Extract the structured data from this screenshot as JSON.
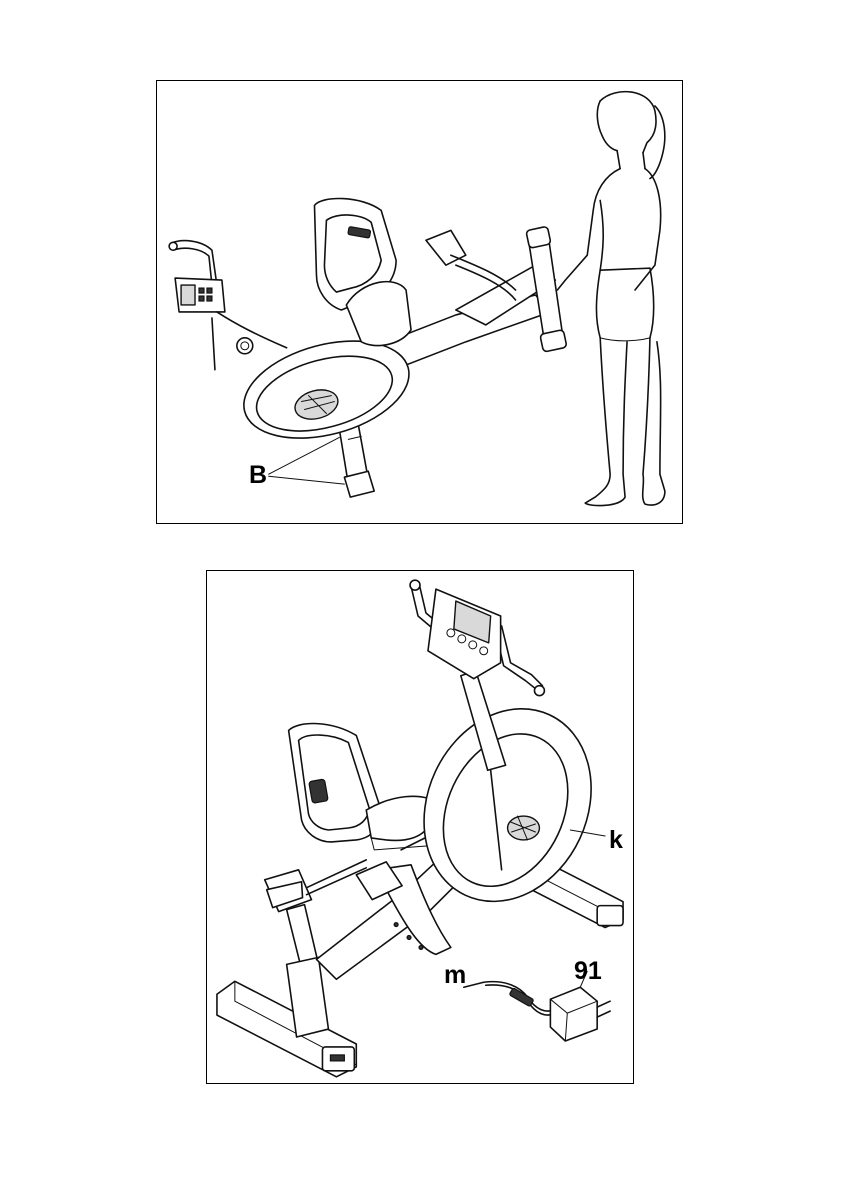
{
  "figure_top": {
    "callouts": {
      "leg_part": "B"
    }
  },
  "figure_bottom": {
    "callouts": {
      "flywheel_cover": "k",
      "power_jack": "m",
      "adapter": "91"
    }
  }
}
